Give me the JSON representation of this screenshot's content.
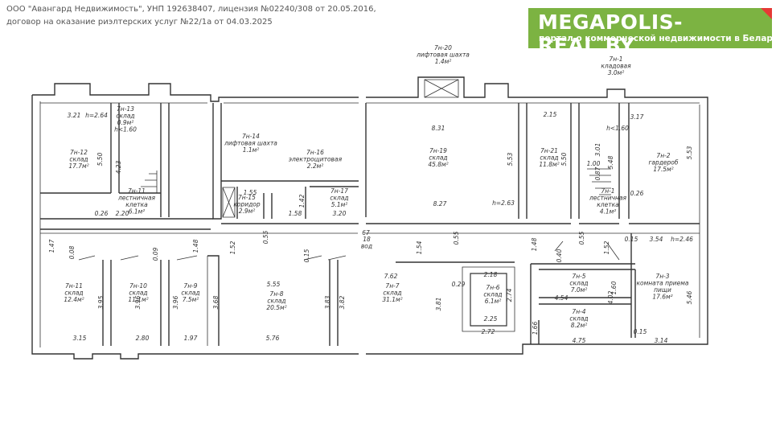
{
  "header": {
    "line1": "ООО \"Авангард Недвижимость\", УНП 192638407, лицензия №02240/308 от 20.05.2016,",
    "line2": "договор на оказание риэлтерских услуг №22/1а от 04.03.2025"
  },
  "logo": {
    "name": "MEGAPOLIS-REAL.BY",
    "tagline": "портал о коммерческой недвижимости в Беларуси",
    "brand_color": "#7cb342",
    "accent_color": "#e53935"
  },
  "rooms": [
    {
      "id": "r20",
      "lines": [
        "7н-20",
        "лифтовая шахта",
        "1.4м²"
      ]
    },
    {
      "id": "r1",
      "lines": [
        "7н-1",
        "кладовая",
        "3.0м²"
      ]
    },
    {
      "id": "r13",
      "lines": [
        "7н-13",
        "склад",
        "0.9м²",
        "h<1.60"
      ]
    },
    {
      "id": "r12",
      "lines": [
        "7н-12",
        "склад",
        "17.7м²"
      ]
    },
    {
      "id": "r11s",
      "lines": [
        "7н-11",
        "лестничная",
        "клетка",
        "6.1м²"
      ]
    },
    {
      "id": "r14",
      "lines": [
        "7н-14",
        "лифтовая шахта",
        "1.1м²"
      ]
    },
    {
      "id": "r16",
      "lines": [
        "7н-16",
        "электрощитовая",
        "2.2м²"
      ]
    },
    {
      "id": "r15",
      "lines": [
        "7н-15",
        "коридор",
        "2.9м²"
      ]
    },
    {
      "id": "r17",
      "lines": [
        "7н-17",
        "склад",
        "5.1м²"
      ]
    },
    {
      "id": "r19",
      "lines": [
        "7н-19",
        "склад",
        "45.8м²"
      ]
    },
    {
      "id": "r21",
      "lines": [
        "7н-21",
        "склад",
        "11.8м²"
      ]
    },
    {
      "id": "r2",
      "lines": [
        "7н-2",
        "гардероб",
        "17.5м²"
      ]
    },
    {
      "id": "r1s",
      "lines": [
        "7н-1",
        "лестничная",
        "клетка",
        "4.1м²"
      ]
    },
    {
      "id": "r11",
      "lines": [
        "7н-11",
        "склад",
        "12.4м²"
      ]
    },
    {
      "id": "r10",
      "lines": [
        "7н-10",
        "склад",
        "11.1м²"
      ]
    },
    {
      "id": "r9",
      "lines": [
        "7н-9",
        "склад",
        "7.5м²"
      ]
    },
    {
      "id": "r8",
      "lines": [
        "7н-8",
        "склад",
        "20.5м²"
      ]
    },
    {
      "id": "r7",
      "lines": [
        "7н-7",
        "склад",
        "31.1м²"
      ]
    },
    {
      "id": "r6",
      "lines": [
        "7н-6",
        "склад",
        "6.1м²"
      ]
    },
    {
      "id": "r5",
      "lines": [
        "7н-5",
        "склад",
        "7.0м²"
      ]
    },
    {
      "id": "r4",
      "lines": [
        "7н-4",
        "склад",
        "8.2м²"
      ]
    },
    {
      "id": "r3",
      "lines": [
        "7н-3",
        "комната приема",
        "пищи",
        "17.6м²"
      ]
    },
    {
      "id": "r18",
      "lines": [
        "18",
        "вод"
      ]
    }
  ],
  "dimensions": [
    "3.21",
    "h=2.64",
    "5.50",
    "4.23",
    "0.26",
    "2.20",
    "1.55",
    "1.42",
    "1.58",
    "3.20",
    "8.31",
    "5.53",
    "8.27",
    "h=2.63",
    "2.15",
    "5.50",
    "3.17",
    "h<1.60",
    "3.01",
    "5.48",
    "5.53",
    "1.00",
    "0.87",
    "0.26",
    "1.47",
    "0.08",
    "0.09",
    "1.48",
    "1.52",
    "0.55",
    "0.15",
    "67",
    "1.54",
    "0.55",
    "1.48",
    "0.40",
    "0.55",
    "1.52",
    "0.15",
    "3.54",
    "h=2.46",
    "5.55",
    "3.68",
    "3.83",
    "3.82",
    "7.62",
    "3.81",
    "0.29",
    "2.18",
    "2.74",
    "2.25",
    "1.60",
    "4.54",
    "4.02",
    "5.46",
    "3.95",
    "3.96",
    "3.96",
    "1.66",
    "2.72",
    "4.75",
    "0.15",
    "3.14",
    "3.15",
    "2.80",
    "1.97",
    "5.76"
  ]
}
